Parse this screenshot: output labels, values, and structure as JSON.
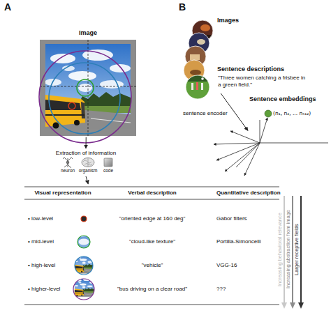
{
  "diagram": {
    "nodes": [
      {
        "text": [
          "Image"
        ]
      },
      {
        "text": [
          "Extraction of information",
          "neuron",
          "organism",
          "code"
        ]
      },
      {
        "text": [
          "Visual representation",
          "Verbal description",
          "Quantitative description"
        ]
      },
      {
        "text": [
          "Images"
        ]
      },
      {
        "text": [
          "Sentence descriptions",
          "\"Three women catching a frisbee in a green field.\""
        ]
      },
      {
        "text": [
          "Sentence embeddings",
          "(n₁, n₂, ... n₅₁₂)"
        ]
      }
    ],
    "edges": [
      {
        "from": 0,
        "to": 1,
        "arrow": "to"
      },
      {
        "from": 1,
        "to": 2,
        "arrow": "to"
      },
      {
        "from": 4,
        "to": 5,
        "arrow": "to",
        "label": "sentence encoder"
      }
    ],
    "labels": [
      "A",
      "B",
      "• low-level",
      "\"oriented edge at 160 deg\"",
      "Gabor filters",
      "• mid-level",
      "\"cloud-like texture\"",
      "Portilla-Simoncelli",
      "• high-level",
      "\"vehicle\"",
      "VGG-16",
      "• higher-level",
      "\"bus driving on a clear road\"",
      "???",
      "Increasing behavioral relevance",
      "Increasing abstraction from image",
      "Larger receptive fields"
    ]
  }
}
